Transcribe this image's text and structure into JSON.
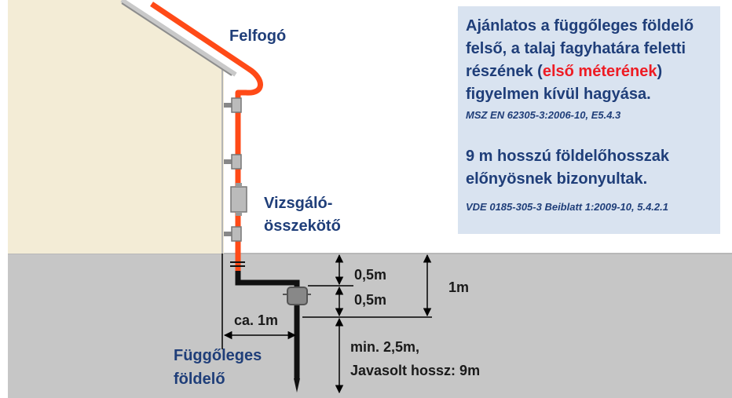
{
  "labels": {
    "air_terminal": "Felfogó",
    "test_joint_line1": "Vizsgáló-",
    "test_joint_line2": "összekötő",
    "vertical_electrode_line1": "Függőleges",
    "vertical_electrode_line2": "földelő",
    "distance_horizontal": "ca. 1m",
    "depth_upper": "0,5m",
    "depth_lower": "0,5m",
    "depth_total": "1m",
    "length_min": "min. 2,5m,",
    "length_recommended": "Javasolt hossz: 9m"
  },
  "info_box": {
    "line1": "Ajánlatos a függőleges földelő",
    "line2": "felső, a talaj fagyhatára feletti",
    "line3_before": "részének (",
    "line3_highlight": "első méterének",
    "line3_after": ")",
    "line4": "figyelmen kívül hagyása.",
    "reference1": "MSZ EN 62305-3:2006-10,  E5.4.3",
    "line5": "9 m hosszú földelőhosszak",
    "line6": "előnyösnek bizonyultak.",
    "reference2": "VDE 0185-305-3  Beiblatt 1:2009-10,  5.4.2.1"
  },
  "colors": {
    "wall": "#f3ecd6",
    "ground": "#c6c6c6",
    "conductor": "#ff4a17",
    "label_blue": "#1f3e79",
    "highlight_red": "#ee1c24",
    "info_bg": "#d9e3f0"
  }
}
